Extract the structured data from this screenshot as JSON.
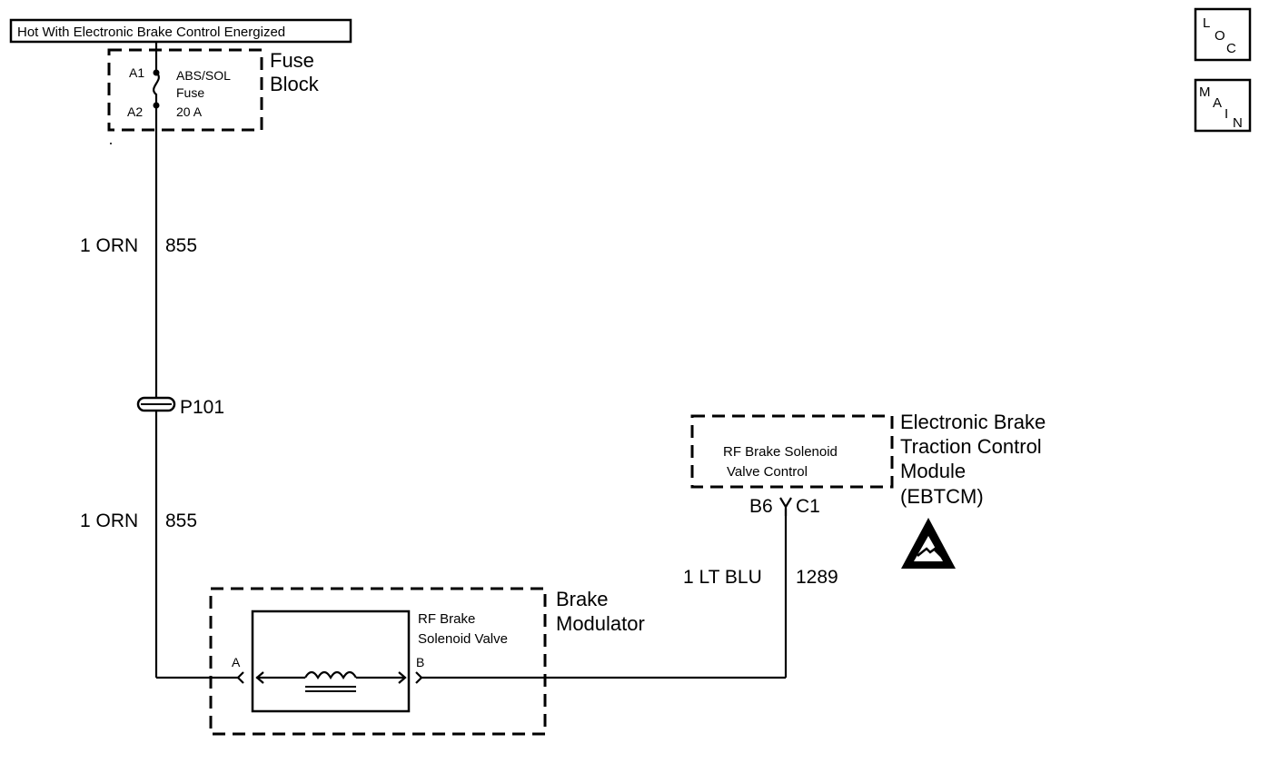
{
  "header": {
    "power_label": "Hot With Electronic Brake Control Energized"
  },
  "nav": {
    "loc": [
      "L",
      "O",
      "C"
    ],
    "main": [
      "M",
      "A",
      "I",
      "N"
    ]
  },
  "fuse_block": {
    "pin_a1": "A1",
    "pin_a2": "A2",
    "fuse_name": "ABS/SOL",
    "fuse_word": "Fuse",
    "fuse_rating": "20 A",
    "title_line1": "Fuse",
    "title_line2": "Block"
  },
  "wires": {
    "upper": {
      "gauge_color": "1 ORN",
      "circuit": "855"
    },
    "lower": {
      "gauge_color": "1 ORN",
      "circuit": "855"
    },
    "ebtcm": {
      "gauge_color": "1 LT BLU",
      "circuit": "1289"
    }
  },
  "splice": {
    "label": "P101"
  },
  "ebtcm": {
    "inner_line1": "RF Brake Solenoid",
    "inner_line2": "Valve Control",
    "pin": "B6",
    "connector": "C1",
    "title_line1": "Electronic Brake",
    "title_line2": "Traction Control",
    "title_line3": "Module",
    "title_line4": "(EBTCM)",
    "esd_icon": "esd-warning-icon"
  },
  "modulator": {
    "pin_a": "A",
    "pin_b": "B",
    "valve_line1": "RF Brake",
    "valve_line2": "Solenoid Valve",
    "title_line1": "Brake",
    "title_line2": "Modulator"
  }
}
